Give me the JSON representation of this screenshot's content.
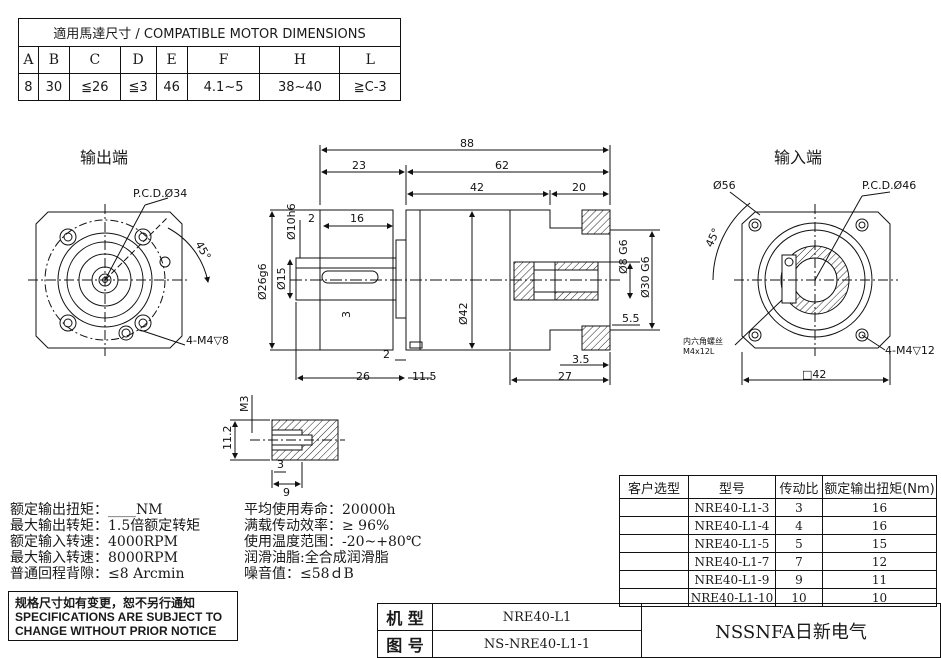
{
  "compat_table": {
    "title": "適用馬達尺寸 / COMPATIBLE MOTOR DIMENSIONS",
    "headers": [
      "A",
      "B",
      "C",
      "D",
      "E",
      "F",
      "H",
      "L"
    ],
    "values": [
      "8",
      "30",
      "≦26",
      "≦3",
      "46",
      "4.1~5",
      "38~40",
      "≧C-3"
    ]
  },
  "labels": {
    "output_end": "输出端",
    "input_end": "输入端"
  },
  "dimensions": {
    "overall_length": "88",
    "d23": "23",
    "d62": "62",
    "d42": "42",
    "d20": "20",
    "d16": "16",
    "d2_top": "2",
    "d26": "26",
    "d11_5": "11.5",
    "d27": "27",
    "d3_5": "3.5",
    "d5_5": "5.5",
    "d2_bottom": "2",
    "d3": "3",
    "phi10": "Ø10h6",
    "phi15": "Ø15",
    "phi26": "Ø26g6",
    "phi42": "Ø42",
    "phi8": "Ø8 G6",
    "phi30": "Ø30 G6",
    "pcd34": "P.C.D.Ø34",
    "pcd46": "P.C.D.Ø46",
    "phi56": "Ø56",
    "angle45_left": "45°",
    "angle45_right": "45°",
    "m4_left": "4-M4▽8",
    "m4_right": "4-M4▽12",
    "hex_screw": "内六角螺丝",
    "hex_size": "M4x12L",
    "square42": "□42",
    "detail_m3": "M3",
    "detail_11_2": "11.2",
    "detail_3": "3",
    "detail_9": "9"
  },
  "specs": {
    "left": [
      {
        "label": "额定输出扭矩：",
        "value": "____NM"
      },
      {
        "label": "最大输出转矩：",
        "value": "1.5倍额定转矩"
      },
      {
        "label": "额定输入转速：",
        "value": "4000RPM"
      },
      {
        "label": "最大输入转速：",
        "value": "8000RPM"
      },
      {
        "label": "普通回程背隙：",
        "value": "≤8 Arcmin"
      }
    ],
    "right": [
      {
        "label": "平均使用寿命：",
        "value": "20000h"
      },
      {
        "label": "满载传动效率：",
        "value": "≥  96%"
      },
      {
        "label": "使用温度范围：",
        "value": "-20~+80℃"
      },
      {
        "label": "润滑油脂:",
        "value": "全合成润滑脂"
      },
      {
        "label": "噪音值",
        "value": "：≤58ｄB"
      }
    ]
  },
  "notice": {
    "line1": "规格尺寸如有变更，恕不另行通知",
    "line2": "SPECIFICATIONS ARE SUBJECT TO",
    "line3": "CHANGE WITHOUT PRIOR NOTICE"
  },
  "model_table": {
    "headers": [
      "客户选型",
      "型号",
      "传动比",
      "额定输出扭矩(Nm)"
    ],
    "rows": [
      [
        "",
        "NRE40-L1-3",
        "3",
        "16"
      ],
      [
        "",
        "NRE40-L1-4",
        "4",
        "16"
      ],
      [
        "",
        "NRE40-L1-5",
        "5",
        "15"
      ],
      [
        "",
        "NRE40-L1-7",
        "7",
        "12"
      ],
      [
        "",
        "NRE40-L1-9",
        "9",
        "11"
      ],
      [
        "",
        "NRE40-L1-10",
        "10",
        "10"
      ]
    ]
  },
  "title_block": {
    "model_label": "机 型",
    "model_value": "NRE40-L1",
    "drawing_label": "图 号",
    "drawing_value": "NS-NRE40-L1-1",
    "company": "NSSNFA日新电气"
  }
}
